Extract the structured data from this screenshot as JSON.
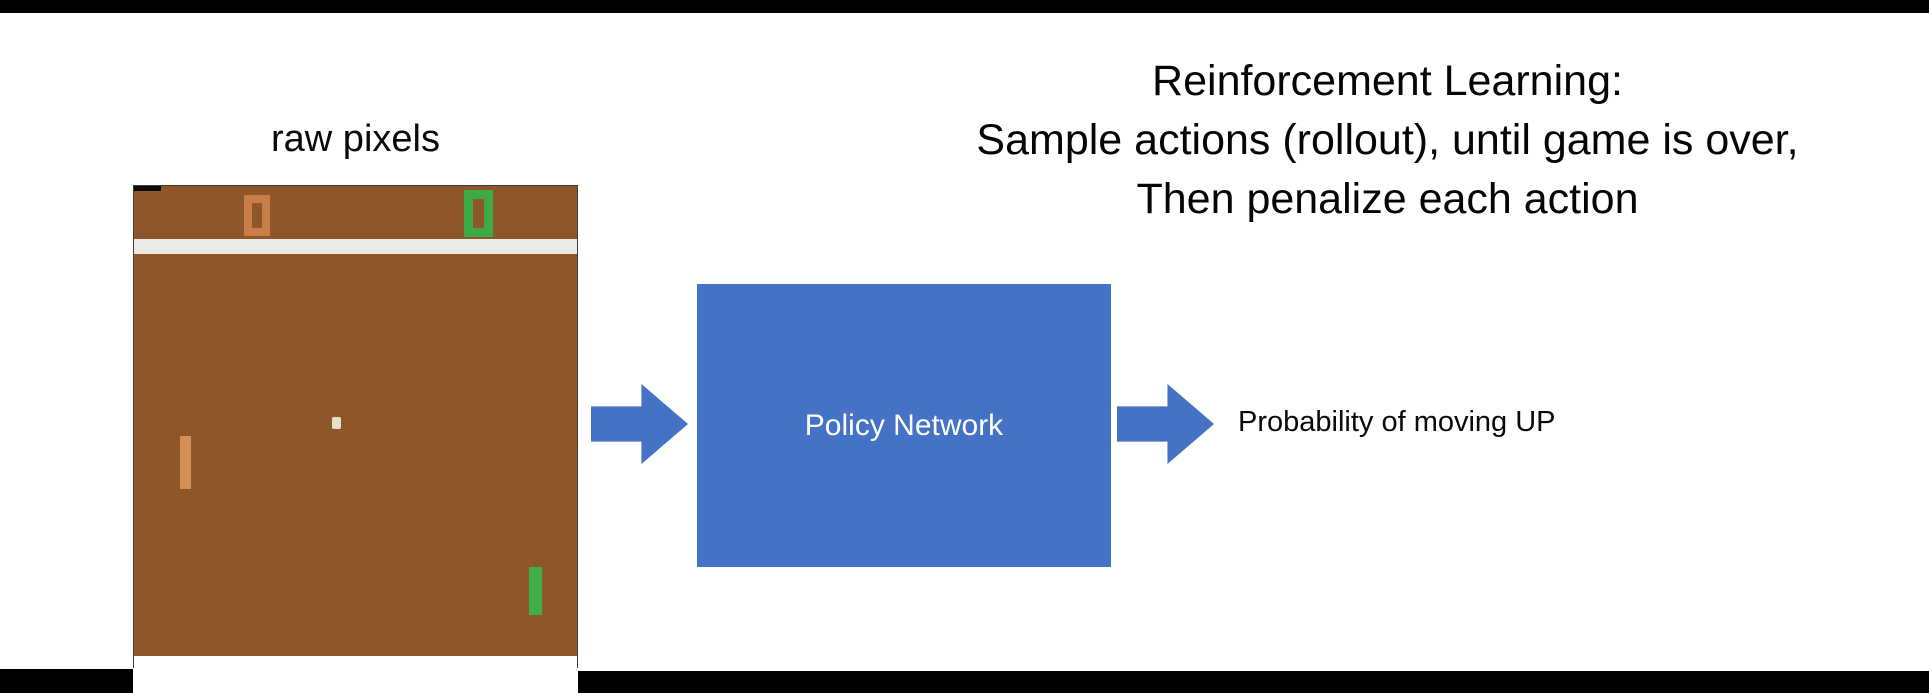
{
  "title": {
    "lines": [
      "Reinforcement Learning:",
      "Sample actions (rollout), until game is over,",
      "Then penalize each action"
    ]
  },
  "labels": {
    "raw_pixels": "raw pixels",
    "policy_network": "Policy Network",
    "output": "Probability of moving UP"
  },
  "game": {
    "left_score": "0",
    "right_score": "0"
  },
  "colors": {
    "accent_blue": "#4472c4",
    "pong_field_brown": "#8e5629",
    "pong_white_line": "#eceae4",
    "left_paddle_orange": "#d29057",
    "left_score_orange": "#c97e47",
    "right_paddle_green": "#3fae46",
    "right_score_green": "#3cab43",
    "ball_cream": "#e7dfca",
    "letterbox_black": "#000000",
    "text_black": "#0a0a0a",
    "box_text_white": "#ffffff"
  }
}
